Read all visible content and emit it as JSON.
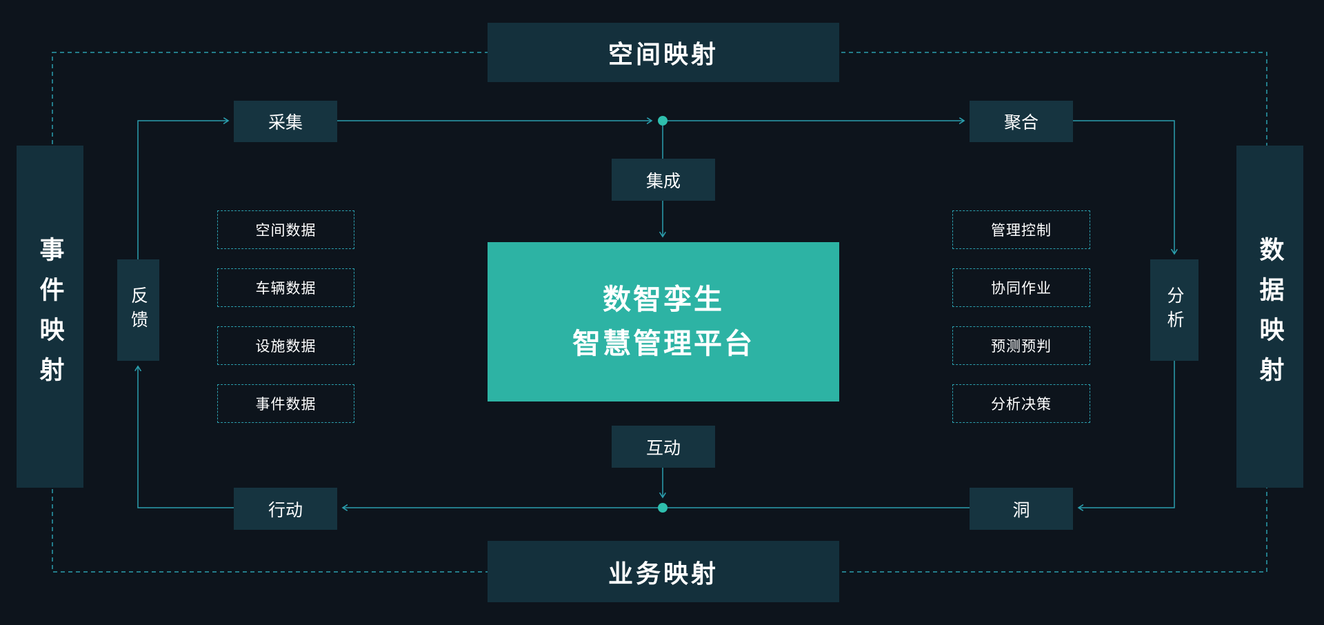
{
  "outer": {
    "top": "空间映射",
    "bottom": "业务映射",
    "left": "事件映射",
    "right": "数据映射"
  },
  "center": {
    "line1": "数智孪生",
    "line2": "智慧管理平台"
  },
  "nodes": {
    "collect": "采集",
    "aggregate": "聚合",
    "integrate": "集成",
    "interact": "互动",
    "feedback": "反馈",
    "analyze": "分析",
    "action": "行动",
    "insight": "洞"
  },
  "left_items": [
    "空间数据",
    "车辆数据",
    "设施数据",
    "事件数据"
  ],
  "right_items": [
    "管理控制",
    "协同作业",
    "预测预判",
    "分析决策"
  ],
  "colors": {
    "background": "#0d141c",
    "node_box": "#163440",
    "center_box": "#2db3a4",
    "line": "#2b9fae",
    "dot": "#2fbfae",
    "text": "#ffffff"
  }
}
